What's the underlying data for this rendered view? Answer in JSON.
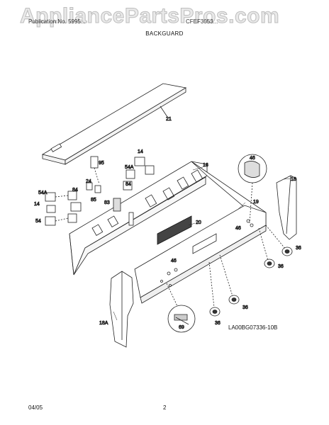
{
  "watermark": "AppliancePartsPros.com",
  "header": {
    "publication_text": "Publication No. 5995...",
    "model_text": "CFEF3053..."
  },
  "section_title": "BACKGUARD",
  "callouts": {
    "c21": "21",
    "c14a": "14",
    "c54a_top": "54A",
    "c95": "95",
    "c16": "16",
    "c46_circle": "46",
    "c18": "18",
    "c24": "24",
    "c84a": "84",
    "c84b": "84",
    "c54a_left": "54A",
    "c14_left": "14",
    "c85": "85",
    "c83": "83",
    "c19": "19",
    "c54": "54",
    "c20": "20",
    "c46a": "46",
    "c46b": "46",
    "c36a": "36",
    "c36b": "36",
    "c36c": "36",
    "c36d": "36",
    "c18a": "18A",
    "c69": "69"
  },
  "diagram_code": "LA00BG07336-10B",
  "footer": {
    "date": "04/05",
    "page": "2"
  }
}
